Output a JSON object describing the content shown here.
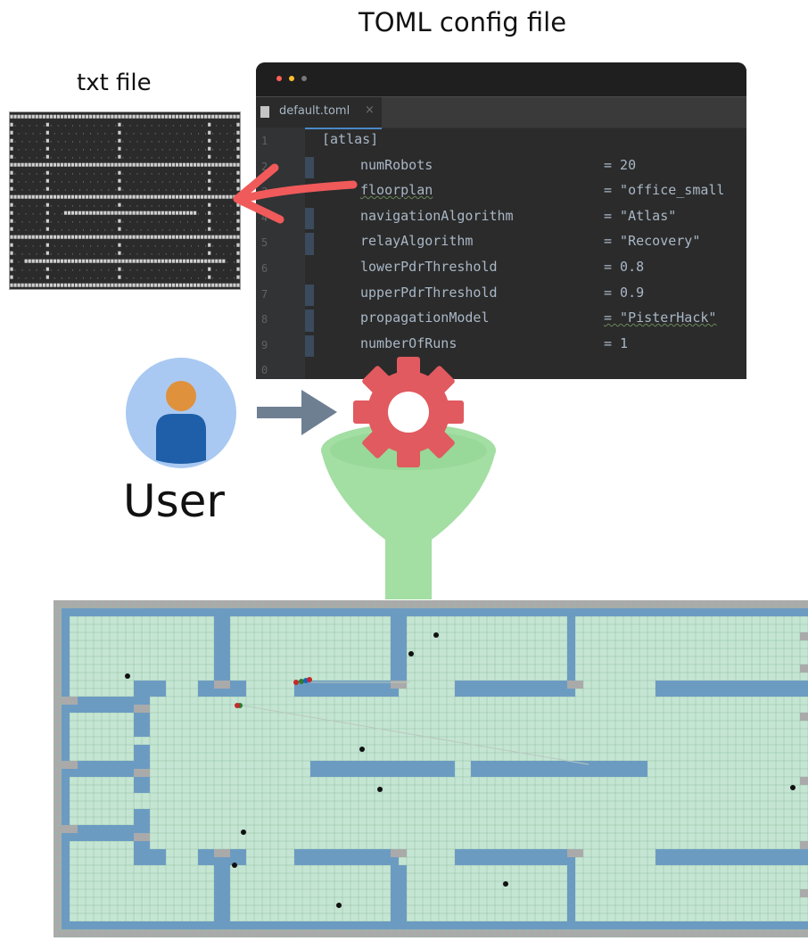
{
  "labels": {
    "toml_title": "TOML config file",
    "txt_title": "txt file",
    "user": "User"
  },
  "editor": {
    "tab_name": "default.toml",
    "tab_close": "×",
    "lines": [
      {
        "n": "1",
        "key": "[atlas]",
        "eq": "",
        "value": ""
      },
      {
        "n": "2",
        "key": "numRobots",
        "eq": "=",
        "value": "20"
      },
      {
        "n": "3",
        "key": "floorplan",
        "eq": "=",
        "value": "\"office_small"
      },
      {
        "n": "4",
        "key": "navigationAlgorithm",
        "eq": "=",
        "value": "\"Atlas\""
      },
      {
        "n": "5",
        "key": "relayAlgorithm",
        "eq": "=",
        "value": "\"Recovery\""
      },
      {
        "n": "6",
        "key": "lowerPdrThreshold",
        "eq": "=",
        "value": "0.8"
      },
      {
        "n": "7",
        "key": "upperPdrThreshold",
        "eq": "=",
        "value": "0.9"
      },
      {
        "n": "8",
        "key": "propagationModel",
        "eq": "=",
        "value": "\"PisterHack\""
      },
      {
        "n": "9",
        "key": "numberOfRuns",
        "eq": "=",
        "value": "1"
      },
      {
        "n": "0",
        "key": "",
        "eq": "",
        "value": ""
      }
    ]
  },
  "colors": {
    "arrow_red": "#f05a5a",
    "arrow_gray": "#6f7f92",
    "gear": "#e05a5f",
    "funnel": "#a3dea3",
    "avatar_bg": "#a9c9f2",
    "avatar_head": "#e0913b",
    "avatar_body": "#1f5ea8",
    "floor": "#c5e5d3",
    "wall": "#6c9bc2",
    "door": "#aaaaaa",
    "key_text": "#a9b7c6",
    "string_text": "#a9b7c6"
  },
  "icons": [
    "red-curved-arrow-icon",
    "gray-right-arrow-icon",
    "gear-icon",
    "funnel-icon",
    "user-avatar-icon",
    "file-icon"
  ]
}
